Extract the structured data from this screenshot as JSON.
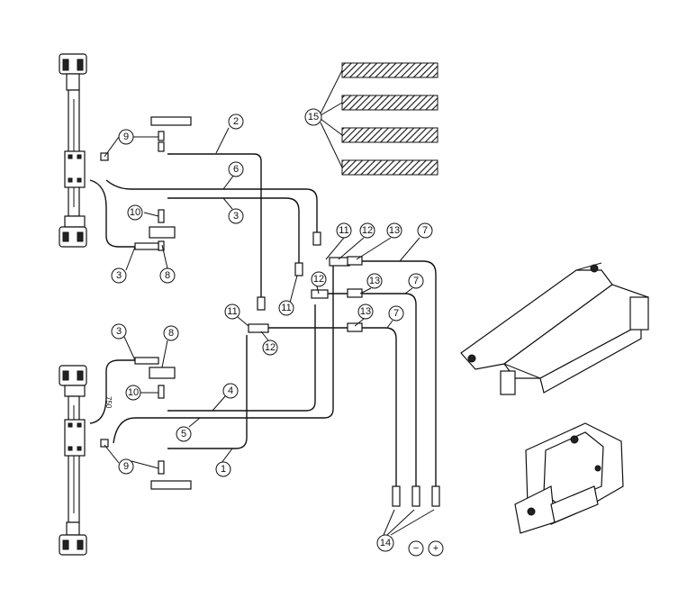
{
  "callouts": {
    "c2": "2",
    "c9a": "9",
    "c6": "6",
    "c3a": "3",
    "c10a": "10",
    "c3b": "3",
    "c8a": "8",
    "c15": "15",
    "c11a": "11",
    "c12a": "12",
    "c13a": "13",
    "c7a": "7",
    "c11b": "11",
    "c12b": "12",
    "c13b": "13",
    "c7b": "7",
    "c11c": "11",
    "c12c": "12",
    "c13c": "13",
    "c7c": "7",
    "c3c": "3",
    "c8b": "8",
    "c10b": "10",
    "c4": "4",
    "c5": "5",
    "c9b": "9",
    "c1": "1",
    "c14": "14",
    "minus": "−",
    "plus": "+"
  },
  "dimension_label": "750"
}
